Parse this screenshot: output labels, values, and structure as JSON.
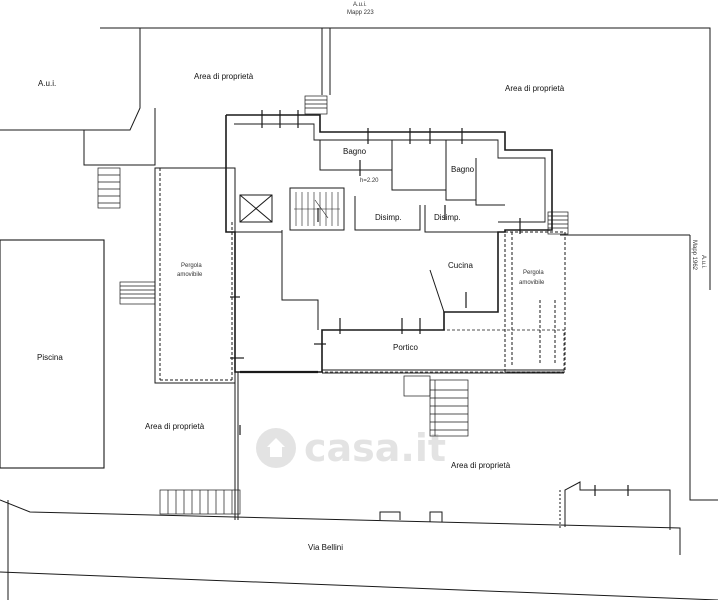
{
  "labels": {
    "aui_top": "A.u.i.",
    "mapp_top": "Mapp 223",
    "aui_left": "A.u.i.",
    "aui_right": "A.u.i.",
    "mapp_right": "Mapp 1962",
    "area_nw": "Area di proprietà",
    "area_ne": "Area di proprietà",
    "area_sw": "Area di proprietà",
    "area_se": "Area di proprietà",
    "bagno_1": "Bagno",
    "bagno_2": "Bagno",
    "h_note": "h=2.20",
    "disimp_1": "Disimp.",
    "disimp_2": "Disimp.",
    "cucina": "Cucina",
    "pergola_left_1": "Pergola",
    "pergola_left_2": "amovibile",
    "pergola_right_1": "Pergola",
    "pergola_right_2": "amovibile",
    "portico": "Portico",
    "piscina": "Piscina",
    "street": "Via Bellini"
  },
  "watermark": {
    "text": "casa.it",
    "icon": "house-icon"
  },
  "colors": {
    "line": "#1a1a1a",
    "background": "#ffffff",
    "watermark": "#555555"
  }
}
